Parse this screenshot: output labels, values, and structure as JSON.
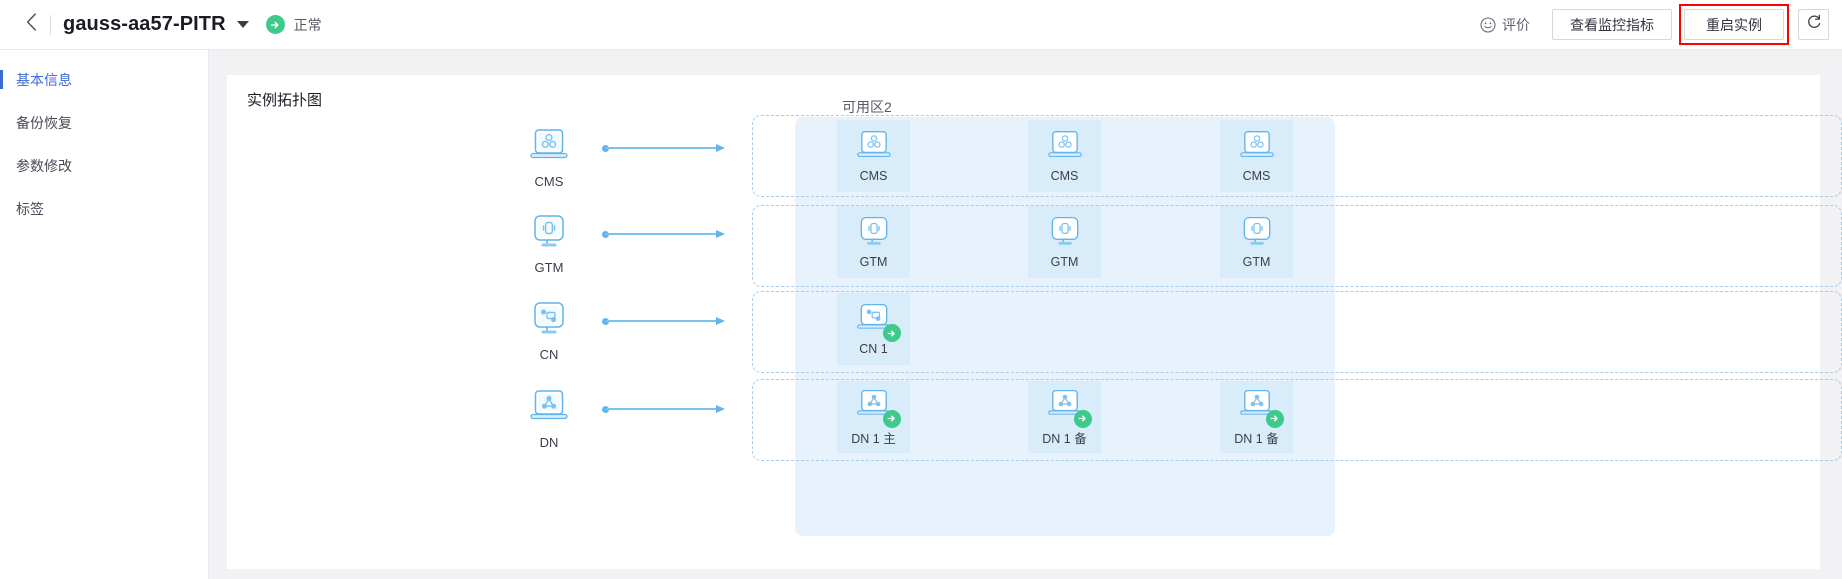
{
  "header": {
    "back_icon": "chevron-left-icon",
    "instance_name": "gauss-aa57-PITR",
    "dropdown_icon": "caret-down-icon",
    "status_icon": "arrow-circle-icon",
    "status_text": "正常",
    "rate_icon": "smiley-icon",
    "rate_label": "评价",
    "monitor_label": "查看监控指标",
    "restart_label": "重启实例",
    "refresh_icon": "refresh-icon",
    "highlight_color": "#ff0000"
  },
  "sidebar": {
    "items": [
      {
        "label": "基本信息",
        "active": true
      },
      {
        "label": "备份恢复",
        "active": false
      },
      {
        "label": "参数修改",
        "active": false
      },
      {
        "label": "标签",
        "active": false
      }
    ],
    "active_color": "#3d6bd6"
  },
  "panel": {
    "title": "实例拓扑图",
    "az_label": "可用区2"
  },
  "topology": {
    "accent_color": "#62b4ea",
    "card_bg": "#d9ecfa",
    "az_bg": "#e8f2fc",
    "badge_color": "#3fc98a",
    "rows": [
      {
        "source_label": "CMS",
        "source_icon": "laptop-cluster-icon",
        "connector": "arrow-right-connector",
        "nodes": [
          {
            "label": "CMS",
            "icon": "laptop-cluster-icon",
            "badge": false
          },
          {
            "label": "CMS",
            "icon": "laptop-cluster-icon",
            "badge": false
          },
          {
            "label": "CMS",
            "icon": "laptop-cluster-icon",
            "badge": false
          }
        ]
      },
      {
        "source_label": "GTM",
        "source_icon": "monitor-capsule-icon",
        "connector": "arrow-right-connector",
        "nodes": [
          {
            "label": "GTM",
            "icon": "monitor-capsule-icon",
            "badge": false
          },
          {
            "label": "GTM",
            "icon": "monitor-capsule-icon",
            "badge": false
          },
          {
            "label": "GTM",
            "icon": "monitor-capsule-icon",
            "badge": false
          }
        ]
      },
      {
        "source_label": "CN",
        "source_icon": "monitor-nodes-icon",
        "connector": "arrow-right-connector",
        "nodes": [
          {
            "label": "CN 1",
            "icon": "monitor-nodes-icon",
            "badge": true
          }
        ]
      },
      {
        "source_label": "DN",
        "source_icon": "laptop-triangle-icon",
        "connector": "arrow-right-connector",
        "nodes": [
          {
            "label": "DN 1 主",
            "icon": "laptop-triangle-icon",
            "badge": true
          },
          {
            "label": "DN 1 备",
            "icon": "laptop-triangle-icon",
            "badge": true
          },
          {
            "label": "DN 1 备",
            "icon": "laptop-triangle-icon",
            "badge": true
          }
        ]
      }
    ]
  }
}
